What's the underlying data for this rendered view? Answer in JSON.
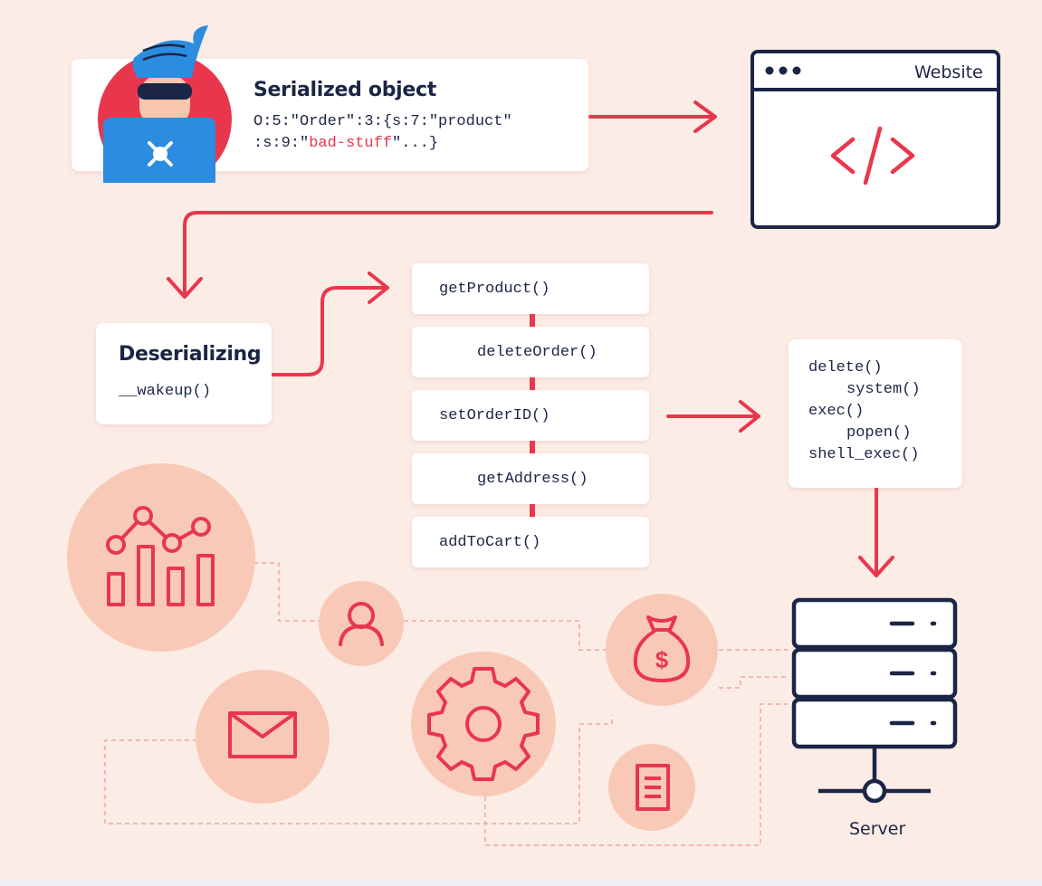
{
  "serialized": {
    "title": "Serialized object",
    "code_line1": "O:5:\"Order\":3:{s:7:\"product\"",
    "code_line2_prefix": ":s:9:\"",
    "code_line2_highlight": "bad-stuff",
    "code_line2_suffix": "\"...}"
  },
  "website": {
    "title": "Website"
  },
  "deserializing": {
    "title": "Deserializing",
    "method": "__wakeup()"
  },
  "methods": [
    "getProduct()",
    "deleteOrder()",
    "setOrderID()",
    "getAddress()",
    "addToCart()"
  ],
  "dangerous": [
    "delete()",
    "system()",
    "exec()",
    "popen()",
    "shell_exec()"
  ],
  "server": {
    "label": "Server"
  },
  "icons": [
    "hacker-avatar",
    "code-icon",
    "analytics-icon",
    "user-icon",
    "money-bag-icon",
    "mail-icon",
    "gear-icon",
    "document-icon",
    "server-icon"
  ],
  "colors": {
    "background": "#fcece6",
    "accent": "#e8374d",
    "navy": "#1b2545",
    "circle": "#f9c9b8"
  }
}
